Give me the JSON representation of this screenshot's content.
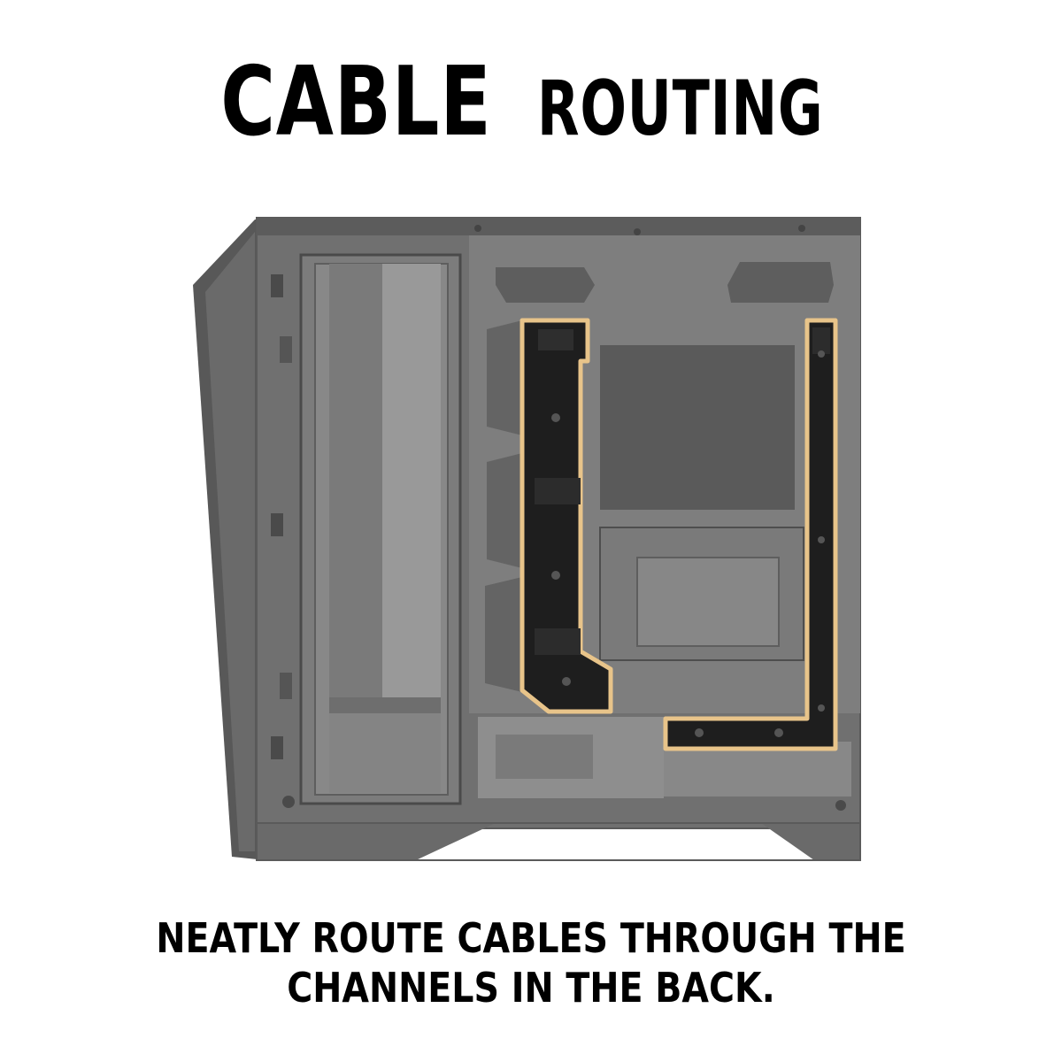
{
  "title": {
    "primary": "CABLE",
    "secondary": "ROUTING"
  },
  "caption": {
    "line1": "NEATLY ROUTE CABLES THROUGH THE",
    "line2": "CHANNELS IN THE BACK."
  },
  "colors": {
    "background": "#ffffff",
    "text": "#000000",
    "case_body": "#6f6f6f",
    "case_panel": "#8a8a8a",
    "channel_fill": "#1a1a1a",
    "channel_highlight": "#e8c48a"
  },
  "icons": {
    "illustration": "pc-case-rear-view-icon"
  }
}
